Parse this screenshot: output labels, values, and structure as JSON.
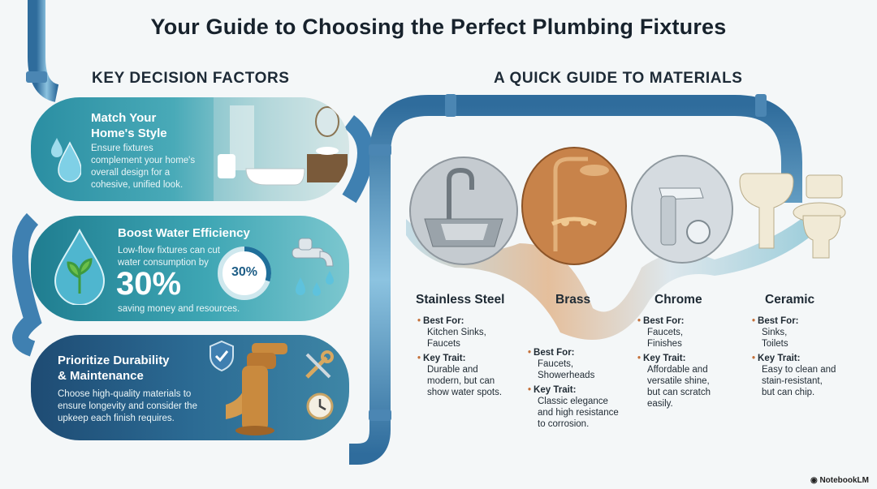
{
  "title": "Your Guide to Choosing the Perfect Plumbing Fixtures",
  "left_heading": "KEY DECISION FACTORS",
  "right_heading": "A QUICK GUIDE TO MATERIALS",
  "factors": [
    {
      "title_line1": "Match Your",
      "title_line2": "Home's Style",
      "body_lines": [
        "Ensure fixtures",
        "complement your home's",
        "overall design for a",
        "cohesive, unified look."
      ],
      "icon": "water-drops-icon"
    },
    {
      "title": "Boost Water Efficiency",
      "body_lines": [
        "Low-flow fixtures can cut",
        "water consumption by"
      ],
      "big_value": "30%",
      "ring_value": "30%",
      "ring_fraction": 0.3,
      "footer": "saving money and resources.",
      "icon": "leaf-drop-icon"
    },
    {
      "title_line1": "Prioritize Durability",
      "title_line2": "& Maintenance",
      "body_lines": [
        "Choose high-quality materials to",
        "ensure longevity and consider the",
        "upkeep each finish requires."
      ],
      "icon": "shield-check-icon"
    }
  ],
  "materials": [
    {
      "name": "Stainless Steel",
      "best_for_label": "Best For:",
      "best_for": [
        "Kitchen Sinks,",
        "Faucets"
      ],
      "trait_label": "Key Trait:",
      "trait": [
        "Durable and",
        "modern, but can",
        "show water spots."
      ],
      "color": "#b9bec3"
    },
    {
      "name": "Brass",
      "best_for_label": "Best For:",
      "best_for": [
        "Faucets,",
        "Showerheads"
      ],
      "trait_label": "Key Trait:",
      "trait": [
        "Classic elegance",
        "and high resistance",
        "to corrosion."
      ],
      "color": "#c98a4e"
    },
    {
      "name": "Chrome",
      "best_for_label": "Best For:",
      "best_for": [
        "Faucets,",
        "Finishes"
      ],
      "trait_label": "Key Trait:",
      "trait": [
        "Affordable and",
        "versatile shine,",
        "but can scratch",
        "easily."
      ],
      "color": "#d7dde2"
    },
    {
      "name": "Ceramic",
      "best_for_label": "Best For:",
      "best_for": [
        "Sinks,",
        "Toilets"
      ],
      "trait_label": "Key Trait:",
      "trait": [
        "Easy to clean and",
        "stain-resistant,",
        "but can chip."
      ],
      "color": "#ece3cf"
    }
  ],
  "badge": "NotebookLM",
  "colors": {
    "pipe": "#3f7fb0",
    "pipe_light": "#7fb7d8",
    "accent_copper": "#c4703a"
  }
}
